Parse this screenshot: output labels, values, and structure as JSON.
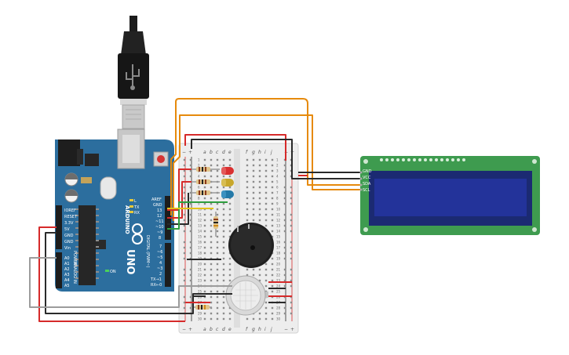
{
  "arduino": {
    "brand": "ARDUINO",
    "model": "UNO",
    "power_header": [
      "IOREF",
      "RESET",
      "3.3V",
      "5V",
      "GND",
      "GND",
      "Vin"
    ],
    "analog_label": "ANALOG IN",
    "power_label": "POWER",
    "analog_pins": [
      "A0",
      "A1",
      "A2",
      "A3",
      "A4",
      "A5"
    ],
    "digital_top": [
      "AREF",
      "GND",
      "13",
      "12",
      "~11",
      "~10",
      "~9",
      "8"
    ],
    "digital_bottom": [
      "7",
      "~6",
      "~5",
      "4",
      "~3",
      "2",
      "TX→1",
      "RX←0"
    ],
    "digital_label": "DIGITAL (PWM~)",
    "tx_label": "TX",
    "rx_label": "RX",
    "l_label": "L",
    "on_label": "ON"
  },
  "breadboard": {
    "col_letters_left": [
      "a",
      "b",
      "c",
      "d",
      "e"
    ],
    "col_letters_right": [
      "f",
      "g",
      "h",
      "i",
      "j"
    ],
    "row_numbers": [
      "1",
      "2",
      "3",
      "4",
      "5",
      "6",
      "7",
      "8",
      "9",
      "10",
      "11",
      "12",
      "13",
      "14",
      "15",
      "16",
      "17",
      "18",
      "19",
      "20",
      "21",
      "22",
      "23",
      "24",
      "25",
      "26",
      "27",
      "28",
      "29",
      "30"
    ],
    "rail_plus": "+",
    "rail_minus": "−"
  },
  "lcd": {
    "pins": [
      "GND",
      "VCC",
      "SDA",
      "SCL"
    ]
  },
  "colors": {
    "arduino_board": "#2C6E9E",
    "breadboard": "#EDEDED",
    "lcd_pcb": "#3E9B4F",
    "lcd_screen": "#23339A",
    "wire_orange": "#E68A0C",
    "wire_red": "#D62A2A",
    "wire_black": "#2A2A2A",
    "wire_green": "#2E9E3E",
    "wire_yellow": "#E2C21B",
    "wire_gray": "#9C9C9C",
    "led_red": "#D93030",
    "led_yellow": "#C8A72B",
    "led_blue": "#2479A8"
  },
  "icons": {
    "usb_cable": "usb-plug-icon",
    "arduino_logo": "infinity-logo-icon"
  }
}
